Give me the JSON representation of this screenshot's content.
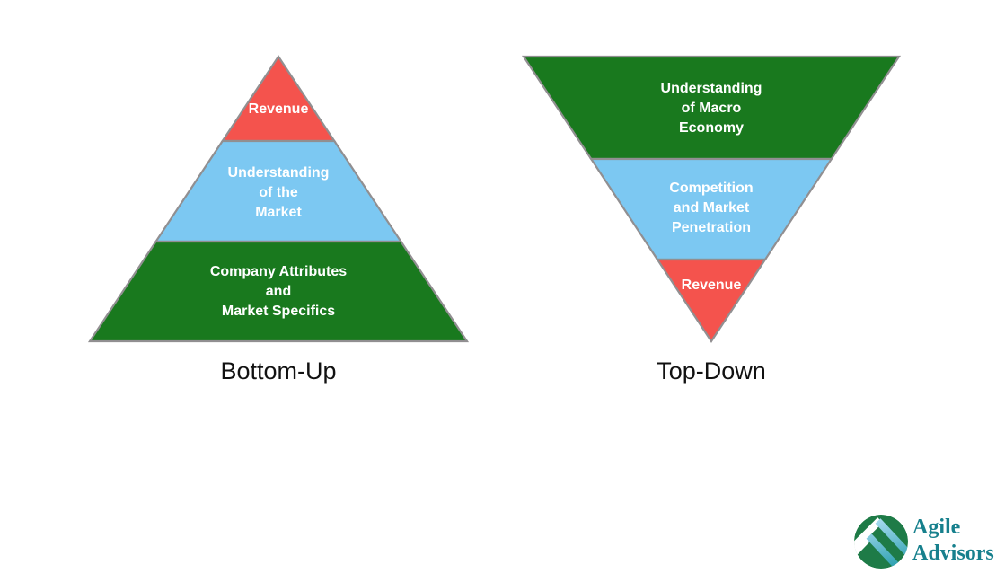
{
  "diagram": {
    "outline_color": "#918f91",
    "label_text_color": "#ffffff",
    "caption_color": "#111111",
    "bottom_up": {
      "caption": "Bottom-Up",
      "sections": [
        {
          "id": "revenue",
          "color": "#f4534d",
          "lines": [
            "Revenue"
          ]
        },
        {
          "id": "understanding-market",
          "color": "#7cc8f2",
          "lines": [
            "Understanding",
            "of the",
            "Market"
          ]
        },
        {
          "id": "company-attributes",
          "color": "#19791e",
          "lines": [
            "Company Attributes",
            "and",
            "Market Specifics"
          ]
        }
      ]
    },
    "top_down": {
      "caption": "Top-Down",
      "sections": [
        {
          "id": "macro-economy",
          "color": "#19791e",
          "lines": [
            "Understanding",
            "of Macro",
            "Economy"
          ]
        },
        {
          "id": "competition-penetration",
          "color": "#7cc8f2",
          "lines": [
            "Competition",
            "and Market",
            "Penetration"
          ]
        },
        {
          "id": "revenue",
          "color": "#f4534d",
          "lines": [
            "Revenue"
          ]
        }
      ]
    }
  },
  "branding": {
    "logo_text_lines": [
      "Agile",
      "Advisors"
    ],
    "logo_text_color": "#17808d",
    "logo_circle_color": "#1e7b47",
    "logo_chevron_left_color": "#ffffff",
    "logo_chevron_right_top_color": "#aadcf2",
    "logo_chevron_right_bottom_color": "#1f9aa8"
  }
}
